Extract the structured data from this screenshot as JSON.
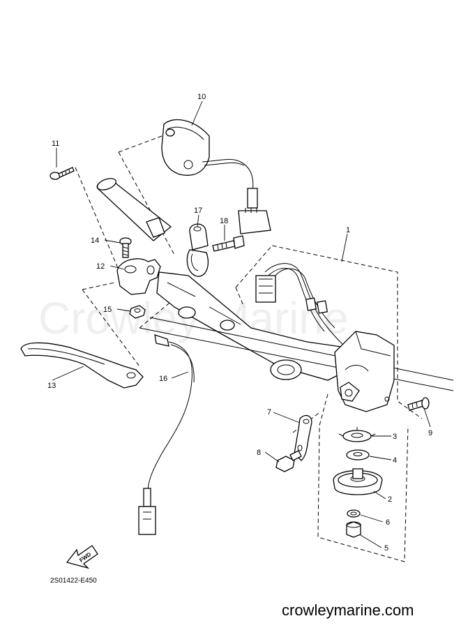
{
  "watermark": "Crowley Marine",
  "diagram_code": "2S01422-E450",
  "site": "crowleymarine.com",
  "fwd_label": "FWD",
  "callouts": {
    "c1": "1",
    "c2": "2",
    "c3": "3",
    "c4": "4",
    "c5": "5",
    "c6": "6",
    "c7": "7",
    "c8": "8",
    "c9": "9",
    "c10": "10",
    "c11": "11",
    "c12": "12",
    "c13": "13",
    "c14": "14",
    "c15": "15",
    "c16": "16",
    "c17": "17",
    "c18": "18"
  }
}
